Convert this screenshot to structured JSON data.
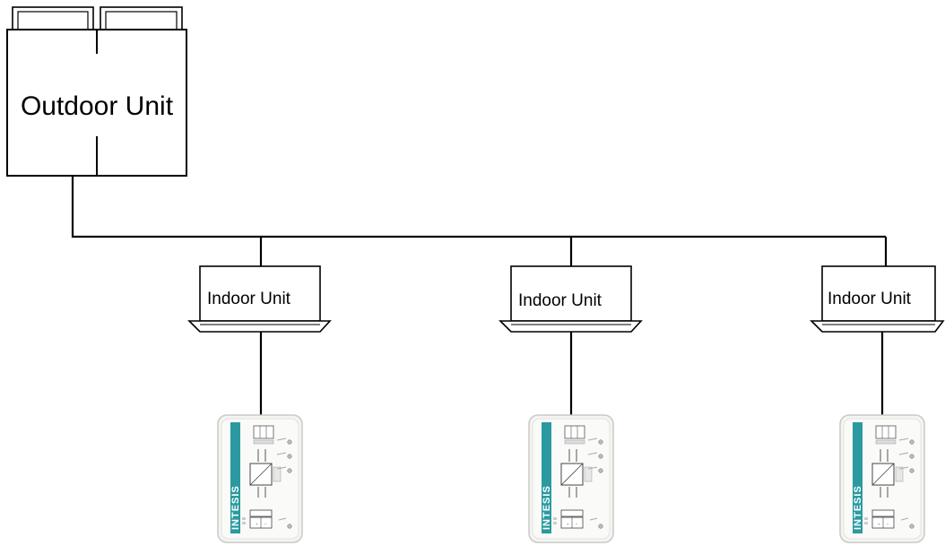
{
  "outdoor_unit": {
    "label": "Outdoor Unit"
  },
  "indoor_units": [
    {
      "label": "Indoor Unit"
    },
    {
      "label": "Indoor Unit"
    },
    {
      "label": "Indoor Unit"
    }
  ],
  "gateway": {
    "brand": "INTESIS"
  },
  "colors": {
    "line": "#000000",
    "device_body": "#f4f4f2",
    "device_accent": "#2a9aa0"
  }
}
